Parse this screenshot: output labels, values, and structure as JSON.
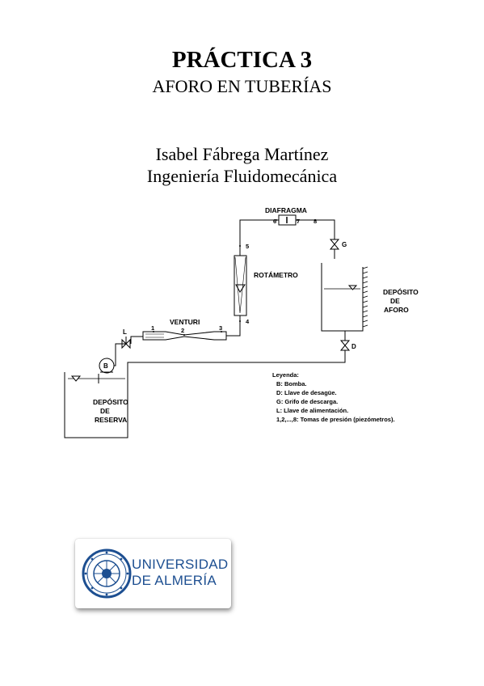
{
  "header": {
    "title": "PRÁCTICA 3",
    "subtitle": "AFORO EN TUBERÍAS",
    "author": "Isabel Fábrega Martínez",
    "course": "Ingeniería Fluidomecánica"
  },
  "diagram": {
    "labels": {
      "diafragma": "DIAFRAGMA",
      "rotametro": "ROTÁMETRO",
      "venturi": "VENTURI",
      "deposito_aforo_1": "DEPÓSITO",
      "deposito_aforo_2": "DE",
      "deposito_aforo_3": "AFORO",
      "deposito_reserva_1": "DEPÓSITO",
      "deposito_reserva_2": "DE",
      "deposito_reserva_3": "RESERVA",
      "pump": "B",
      "valve_g": "G",
      "valve_d": "D",
      "valve_l": "L"
    },
    "taps": [
      "1",
      "2",
      "3",
      "4",
      "5",
      "6",
      "7",
      "8"
    ],
    "legend": {
      "title": "Leyenda:",
      "items": [
        "B: Bomba.",
        "D: Llave de desagüe.",
        "G: Grifo de descarga.",
        "L: Llave de alimentación.",
        "1,2,...,8: Tomas de presión (piezómetros)."
      ]
    }
  },
  "logo": {
    "line1": "UNIVERSIDAD",
    "line2": "DE ALMERÍA",
    "color": "#1d4f91"
  }
}
